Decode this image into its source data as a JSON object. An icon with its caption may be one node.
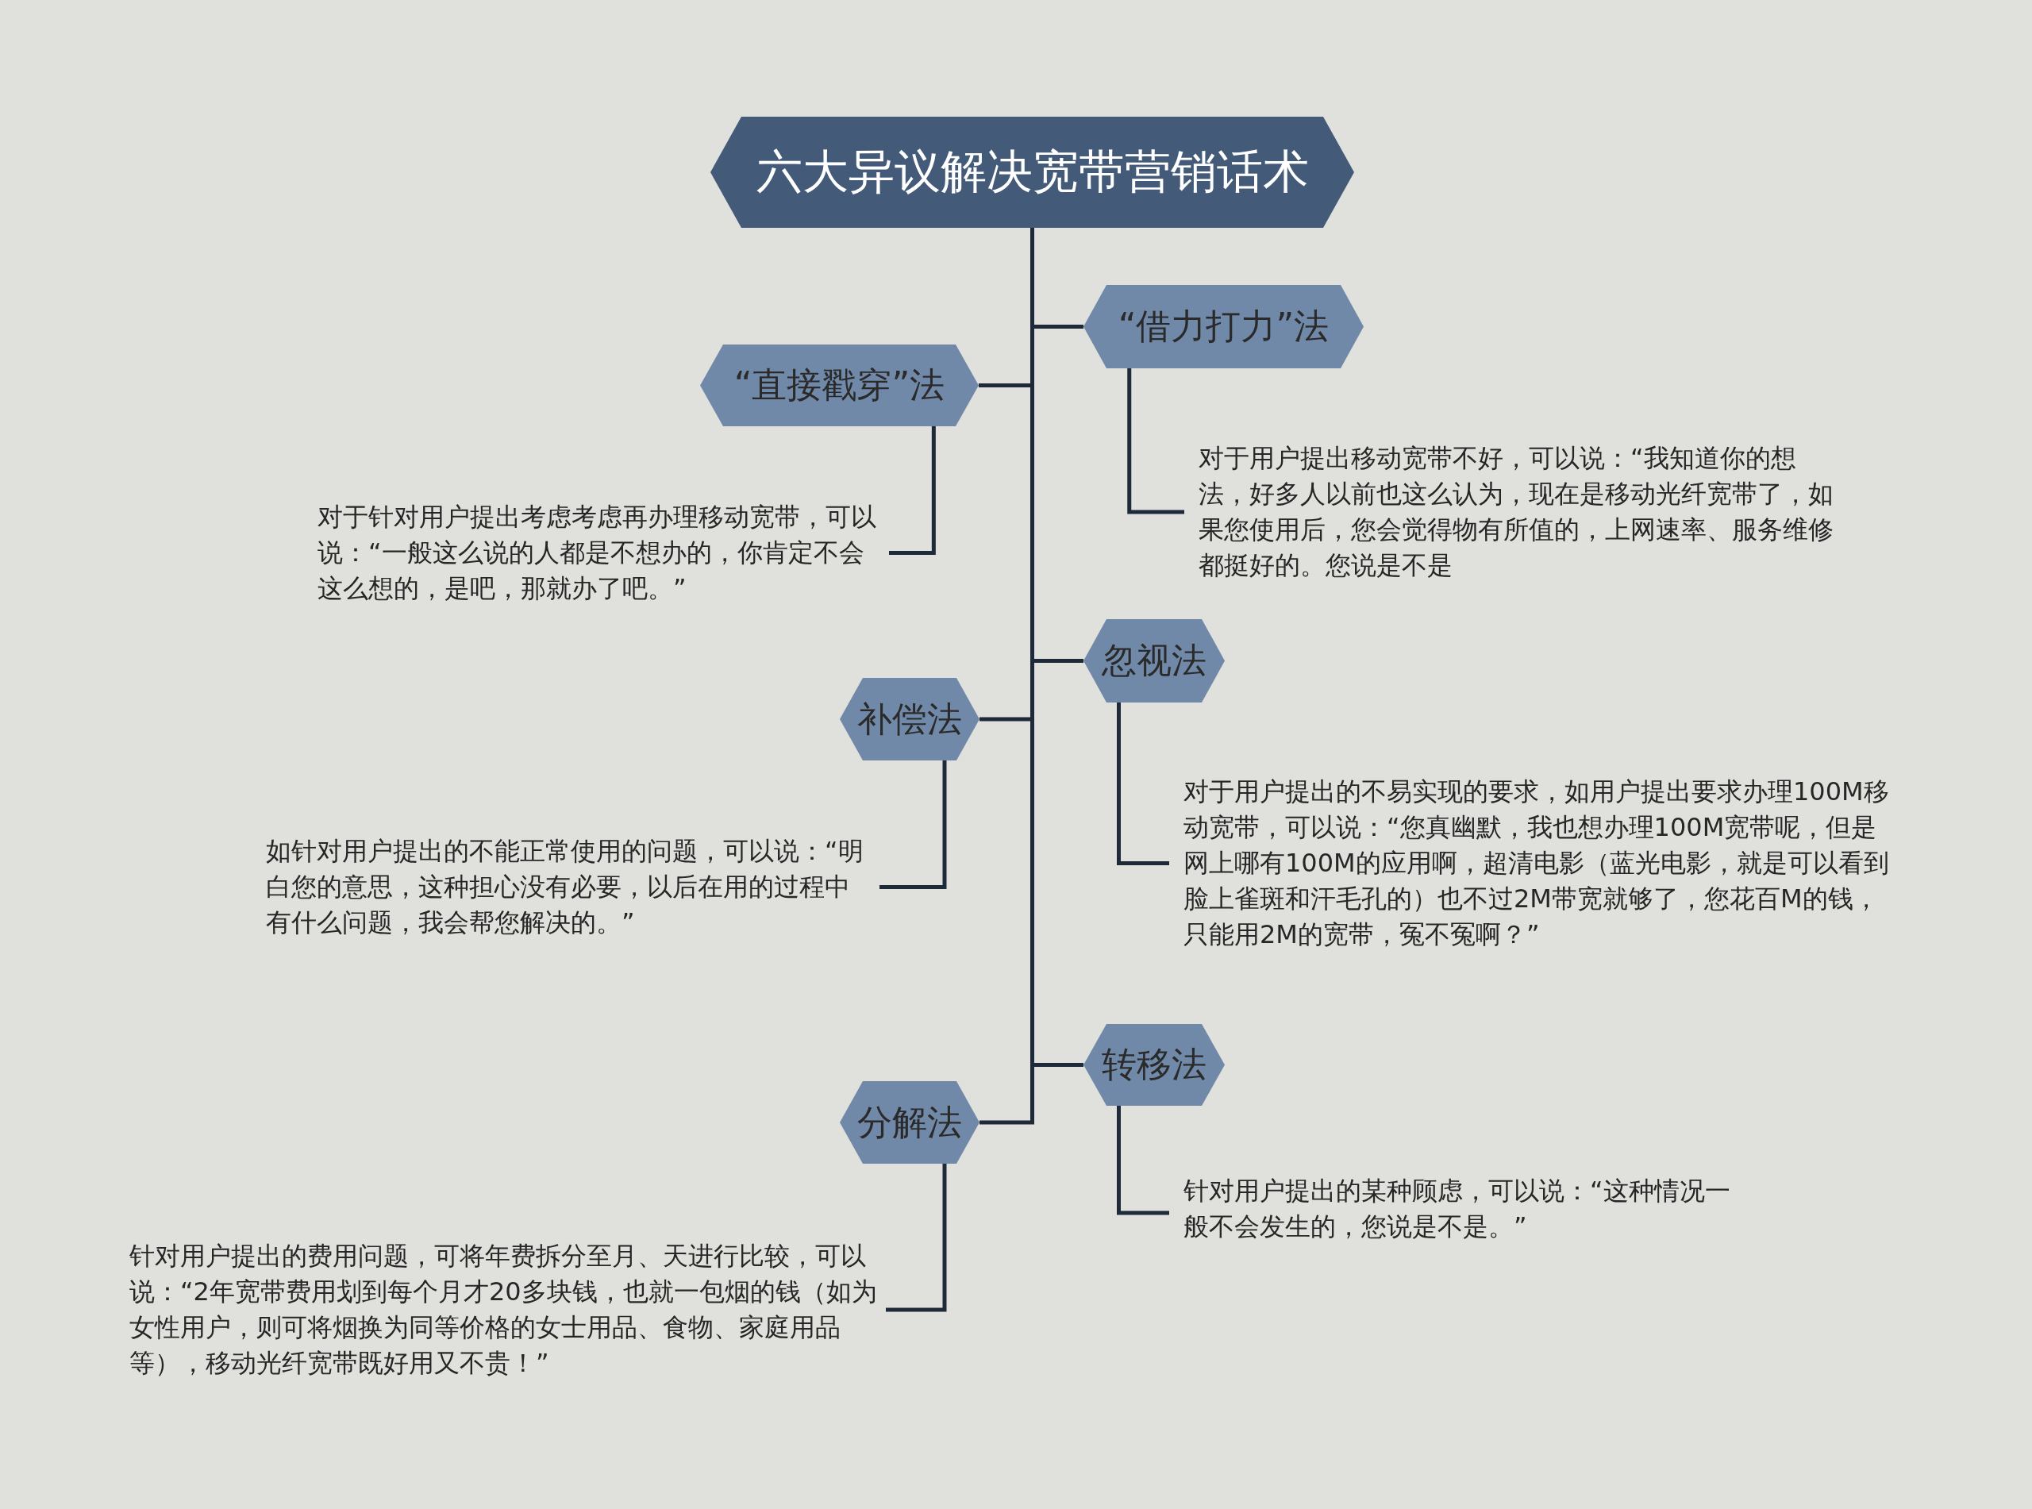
{
  "diagram": {
    "nodes": [
      {
        "text": [
          "六大异议解决宽带营销话术"
        ]
      },
      {
        "text": [
          "“借力打力”法"
        ]
      },
      {
        "text": [
          "对于用户提出移动宽带不好，可以说：“我知道你的想法，好多人以前也这么认为，现在是移动光纤宽带了，如果您使用后，您会觉得物有所值的，上网速率、服务维修都挺好的。您说是不是"
        ]
      },
      {
        "text": [
          "“直接戳穿”法"
        ]
      },
      {
        "text": [
          "对于针对用户提出考虑考虑再办理移动宽带，可以说：“一般这么说的人都是不想办的，你肯定不会这么想的，是吧，那就办了吧。”"
        ]
      },
      {
        "text": [
          "忽视法"
        ]
      },
      {
        "text": [
          "对于用户提出的不易实现的要求，如用户提出要求办理100M移动宽带，可以说：“您真幽默，我也想办理100M宽带呢，但是网上哪有100M的应用啊，超清电影（蓝光电影，就是可以看到脸上雀斑和汗毛孔的）也不过2M带宽就够了，您花百M的钱，只能用2M的宽带，冤不冤啊？”"
        ]
      },
      {
        "text": [
          "补偿法"
        ]
      },
      {
        "text": [
          "如针对用户提出的不能正常使用的问题，可以说：“明白您的意思，这种担心没有必要，以后在用的过程中有什么问题，我会帮您解决的。”"
        ]
      },
      {
        "text": [
          "转移法"
        ]
      },
      {
        "text": [
          "针对用户提出的某种顾虑，可以说：“这种情况一般不会发生的，您说是不是。”"
        ]
      },
      {
        "text": [
          "分解法"
        ]
      },
      {
        "text": [
          "针对用户提出的费用问题，可将年费拆分至月、天进行比较，可以说：“2年宽带费用划到每个月才20多块钱，也就一包烟的钱（如为女性用户，则可将烟换为同等价格的女士用品、食物、家庭用品等），移动光纤宽带既好用又不贵！”"
        ]
      }
    ],
    "edges": [
      {
        "from": 0,
        "to": 1,
        "arrow": "none"
      },
      {
        "from": 0,
        "to": 3,
        "arrow": "none"
      },
      {
        "from": 0,
        "to": 5,
        "arrow": "none"
      },
      {
        "from": 0,
        "to": 7,
        "arrow": "none"
      },
      {
        "from": 0,
        "to": 9,
        "arrow": "none"
      },
      {
        "from": 0,
        "to": 11,
        "arrow": "none"
      },
      {
        "from": 1,
        "to": 2,
        "arrow": "none"
      },
      {
        "from": 3,
        "to": 4,
        "arrow": "none"
      },
      {
        "from": 5,
        "to": 6,
        "arrow": "none"
      },
      {
        "from": 7,
        "to": 8,
        "arrow": "none"
      },
      {
        "from": 9,
        "to": 10,
        "arrow": "none"
      },
      {
        "from": 11,
        "to": 12,
        "arrow": "none"
      }
    ]
  }
}
